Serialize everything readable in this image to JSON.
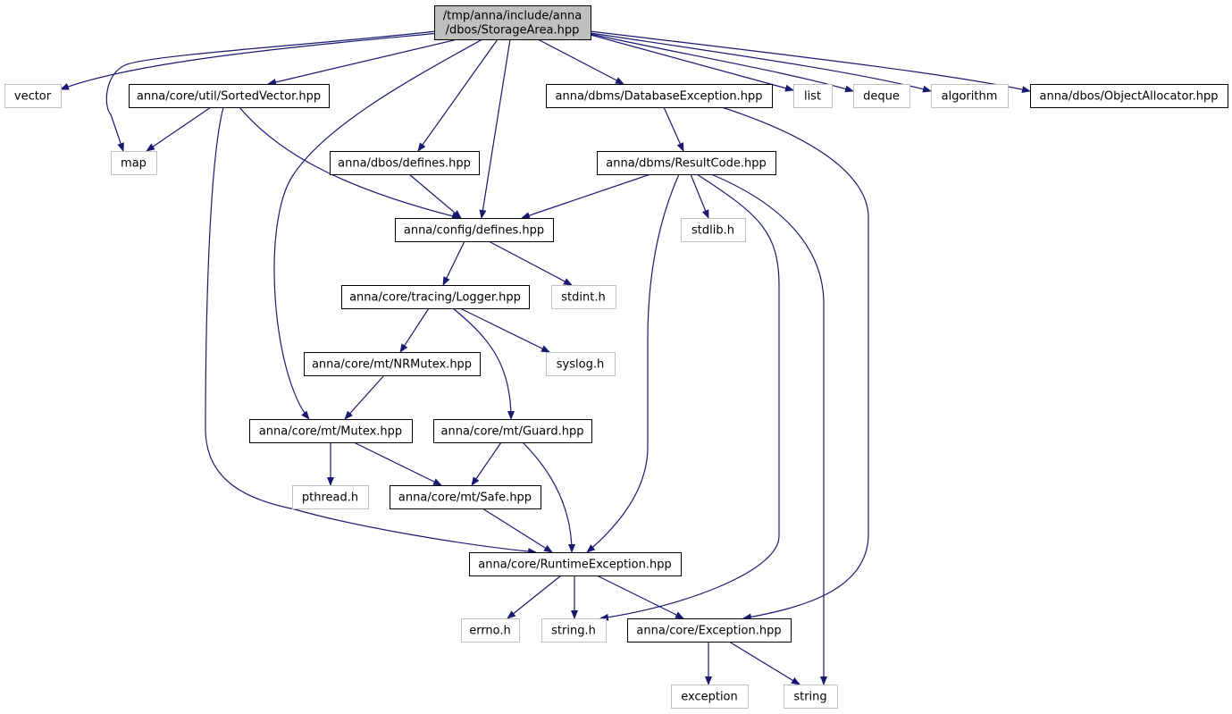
{
  "diagram": {
    "root": "root",
    "colors": {
      "edge": "#191970",
      "root_fill": "#bfbfbf",
      "node_border": "#000000",
      "system_border": "#bfbfbf",
      "text": "#000000"
    },
    "nodes": [
      {
        "id": "root",
        "lines": [
          "/tmp/anna/include/anna",
          "/dbos/StorageArea.hpp"
        ],
        "kind": "root"
      },
      {
        "id": "vector",
        "lines": [
          "vector"
        ],
        "kind": "system"
      },
      {
        "id": "map",
        "lines": [
          "map"
        ],
        "kind": "system"
      },
      {
        "id": "sortedvector",
        "lines": [
          "anna/core/util/SortedVector.hpp"
        ],
        "kind": "project"
      },
      {
        "id": "dbexception",
        "lines": [
          "anna/dbms/DatabaseException.hpp"
        ],
        "kind": "project"
      },
      {
        "id": "list",
        "lines": [
          "list"
        ],
        "kind": "system"
      },
      {
        "id": "deque",
        "lines": [
          "deque"
        ],
        "kind": "system"
      },
      {
        "id": "algorithm",
        "lines": [
          "algorithm"
        ],
        "kind": "system"
      },
      {
        "id": "objallocator",
        "lines": [
          "anna/dbos/ObjectAllocator.hpp"
        ],
        "kind": "project"
      },
      {
        "id": "dbosdefines",
        "lines": [
          "anna/dbos/defines.hpp"
        ],
        "kind": "project"
      },
      {
        "id": "resultcode",
        "lines": [
          "anna/dbms/ResultCode.hpp"
        ],
        "kind": "project"
      },
      {
        "id": "configdefines",
        "lines": [
          "anna/config/defines.hpp"
        ],
        "kind": "project"
      },
      {
        "id": "stdlib",
        "lines": [
          "stdlib.h"
        ],
        "kind": "system"
      },
      {
        "id": "logger",
        "lines": [
          "anna/core/tracing/Logger.hpp"
        ],
        "kind": "project"
      },
      {
        "id": "stdint",
        "lines": [
          "stdint.h"
        ],
        "kind": "system"
      },
      {
        "id": "nrmutex",
        "lines": [
          "anna/core/mt/NRMutex.hpp"
        ],
        "kind": "project"
      },
      {
        "id": "syslog",
        "lines": [
          "syslog.h"
        ],
        "kind": "system"
      },
      {
        "id": "mutex",
        "lines": [
          "anna/core/mt/Mutex.hpp"
        ],
        "kind": "project"
      },
      {
        "id": "guard",
        "lines": [
          "anna/core/mt/Guard.hpp"
        ],
        "kind": "project"
      },
      {
        "id": "pthread",
        "lines": [
          "pthread.h"
        ],
        "kind": "system"
      },
      {
        "id": "safe",
        "lines": [
          "anna/core/mt/Safe.hpp"
        ],
        "kind": "project"
      },
      {
        "id": "runtimeexc",
        "lines": [
          "anna/core/RuntimeException.hpp"
        ],
        "kind": "project"
      },
      {
        "id": "errno",
        "lines": [
          "errno.h"
        ],
        "kind": "system"
      },
      {
        "id": "stringh",
        "lines": [
          "string.h"
        ],
        "kind": "system"
      },
      {
        "id": "exception",
        "lines": [
          "anna/core/Exception.hpp"
        ],
        "kind": "project"
      },
      {
        "id": "exceptionstd",
        "lines": [
          "exception"
        ],
        "kind": "system"
      },
      {
        "id": "string",
        "lines": [
          "string"
        ],
        "kind": "system"
      }
    ],
    "edges": [
      [
        "root",
        "vector"
      ],
      [
        "root",
        "map"
      ],
      [
        "root",
        "sortedvector"
      ],
      [
        "root",
        "mutex"
      ],
      [
        "root",
        "dbosdefines"
      ],
      [
        "root",
        "configdefines"
      ],
      [
        "root",
        "dbexception"
      ],
      [
        "root",
        "list"
      ],
      [
        "root",
        "deque"
      ],
      [
        "root",
        "algorithm"
      ],
      [
        "root",
        "objallocator"
      ],
      [
        "sortedvector",
        "map"
      ],
      [
        "sortedvector",
        "configdefines"
      ],
      [
        "sortedvector",
        "runtimeexc"
      ],
      [
        "dbosdefines",
        "configdefines"
      ],
      [
        "dbexception",
        "resultcode"
      ],
      [
        "dbexception",
        "exception"
      ],
      [
        "resultcode",
        "configdefines"
      ],
      [
        "resultcode",
        "stdlib"
      ],
      [
        "resultcode",
        "runtimeexc"
      ],
      [
        "resultcode",
        "stringh"
      ],
      [
        "resultcode",
        "string"
      ],
      [
        "configdefines",
        "logger"
      ],
      [
        "configdefines",
        "stdint"
      ],
      [
        "logger",
        "nrmutex"
      ],
      [
        "logger",
        "syslog"
      ],
      [
        "logger",
        "guard"
      ],
      [
        "nrmutex",
        "mutex"
      ],
      [
        "mutex",
        "pthread"
      ],
      [
        "mutex",
        "safe"
      ],
      [
        "guard",
        "safe"
      ],
      [
        "guard",
        "runtimeexc"
      ],
      [
        "safe",
        "runtimeexc"
      ],
      [
        "runtimeexc",
        "errno"
      ],
      [
        "runtimeexc",
        "stringh"
      ],
      [
        "runtimeexc",
        "exception"
      ],
      [
        "exception",
        "exceptionstd"
      ],
      [
        "exception",
        "string"
      ]
    ]
  }
}
